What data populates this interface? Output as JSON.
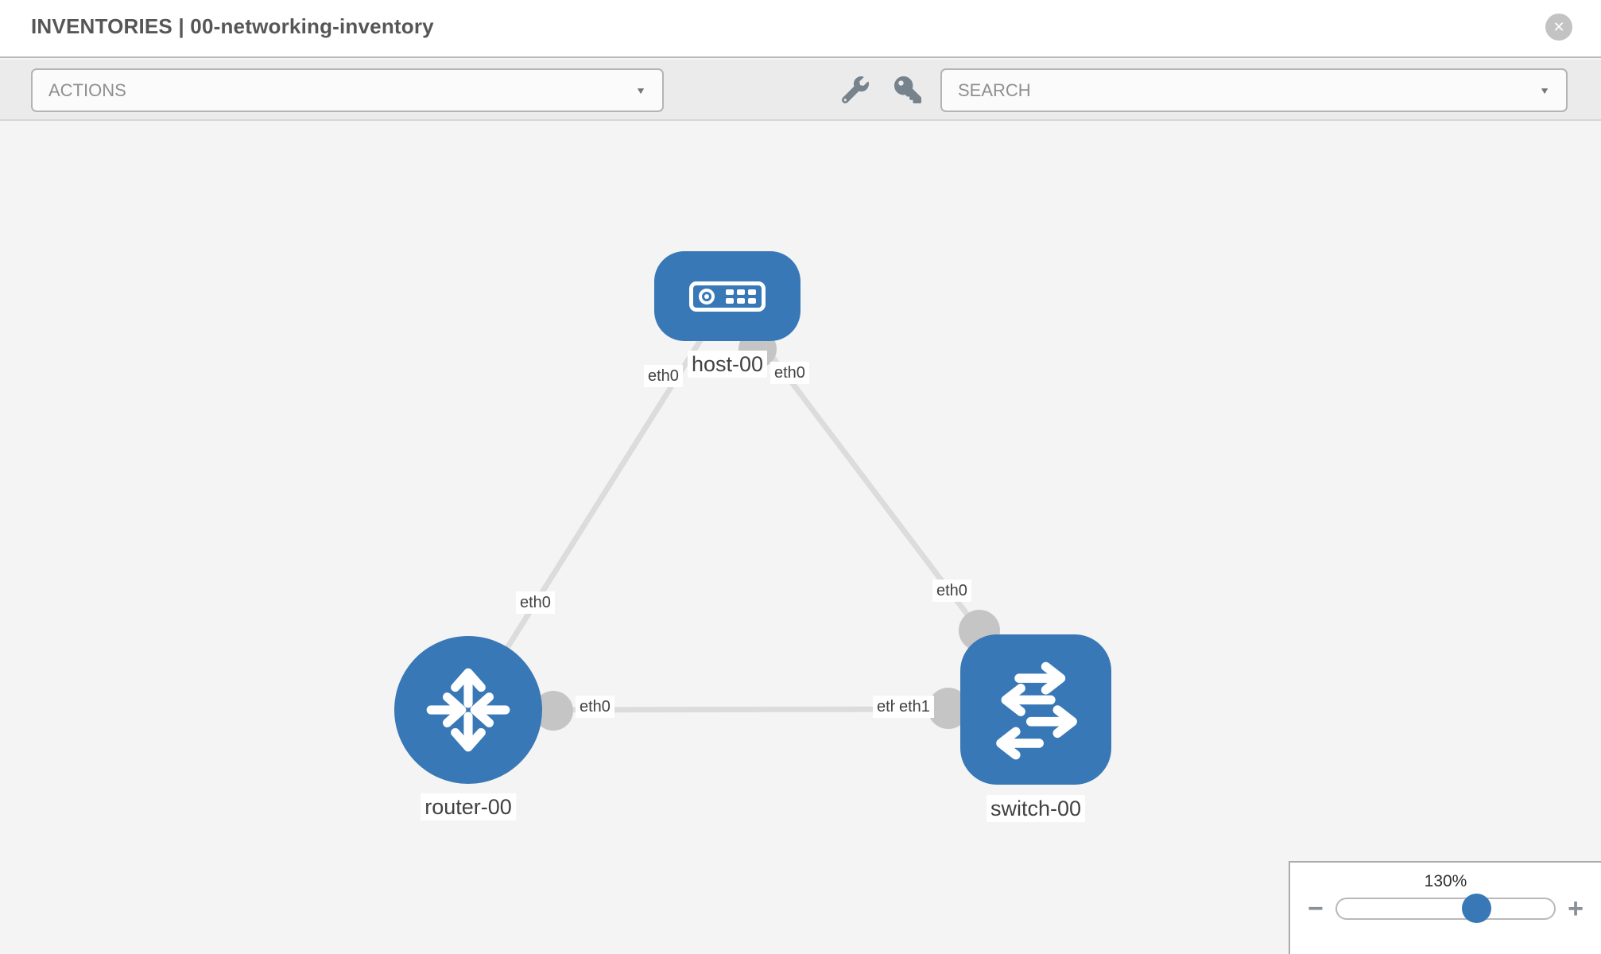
{
  "header": {
    "title": "INVENTORIES | 00-networking-inventory"
  },
  "toolbar": {
    "actions_label": "ACTIONS",
    "search_label": "SEARCH",
    "tool_icons": [
      "wrench",
      "key"
    ]
  },
  "icons": {
    "close": "✕",
    "caret": "▼",
    "minus": "−",
    "plus": "+"
  },
  "topology": {
    "nodes": [
      {
        "id": "host-00",
        "type": "host",
        "label": "host-00"
      },
      {
        "id": "router-00",
        "type": "router",
        "label": "router-00"
      },
      {
        "id": "switch-00",
        "type": "switch",
        "label": "switch-00"
      }
    ],
    "links": [
      {
        "from": "host-00",
        "to": "router-00",
        "from_label": "eth0",
        "to_label": "eth0"
      },
      {
        "from": "host-00",
        "to": "switch-00",
        "from_label": "eth0",
        "to_label": "eth0"
      },
      {
        "from": "router-00",
        "to": "switch-00",
        "from_label": "eth0",
        "to_label": "eth1",
        "to_label_behind": "eth0"
      }
    ]
  },
  "zoom_control": {
    "value": "130%",
    "percent": 130
  },
  "colors": {
    "node_blue": "#3878b6",
    "link_gray": "#dcdcdc",
    "port_gray": "#c5c5c5",
    "canvas_bg": "#f4f4f4",
    "toolbar_bg": "#ebebeb",
    "slider_handle": "#3878b6"
  }
}
